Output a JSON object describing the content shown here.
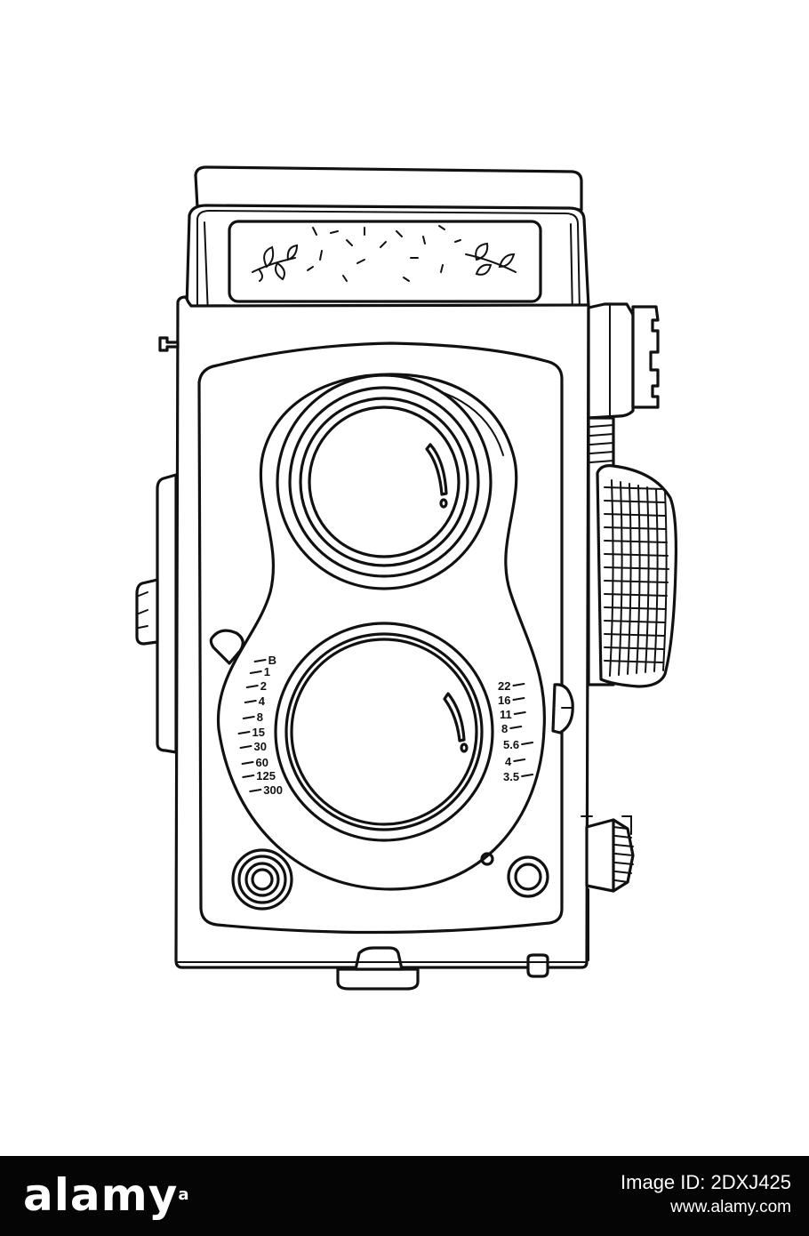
{
  "illustration": {
    "subject": "camera-line-drawing",
    "line_color": "#111111",
    "background_color": "#ffffff",
    "shutter_speeds": [
      "B",
      "1",
      "2",
      "4",
      "8",
      "15",
      "30",
      "60",
      "125",
      "300"
    ],
    "apertures": [
      "22",
      "16",
      "11",
      "8",
      "5.6",
      "4",
      "3.5"
    ]
  },
  "footer": {
    "background_color": "#050505",
    "logo": "alamy",
    "logo_mark": "a",
    "image_id": "Image ID: 2DXJ425",
    "site": "www.alamy.com"
  }
}
